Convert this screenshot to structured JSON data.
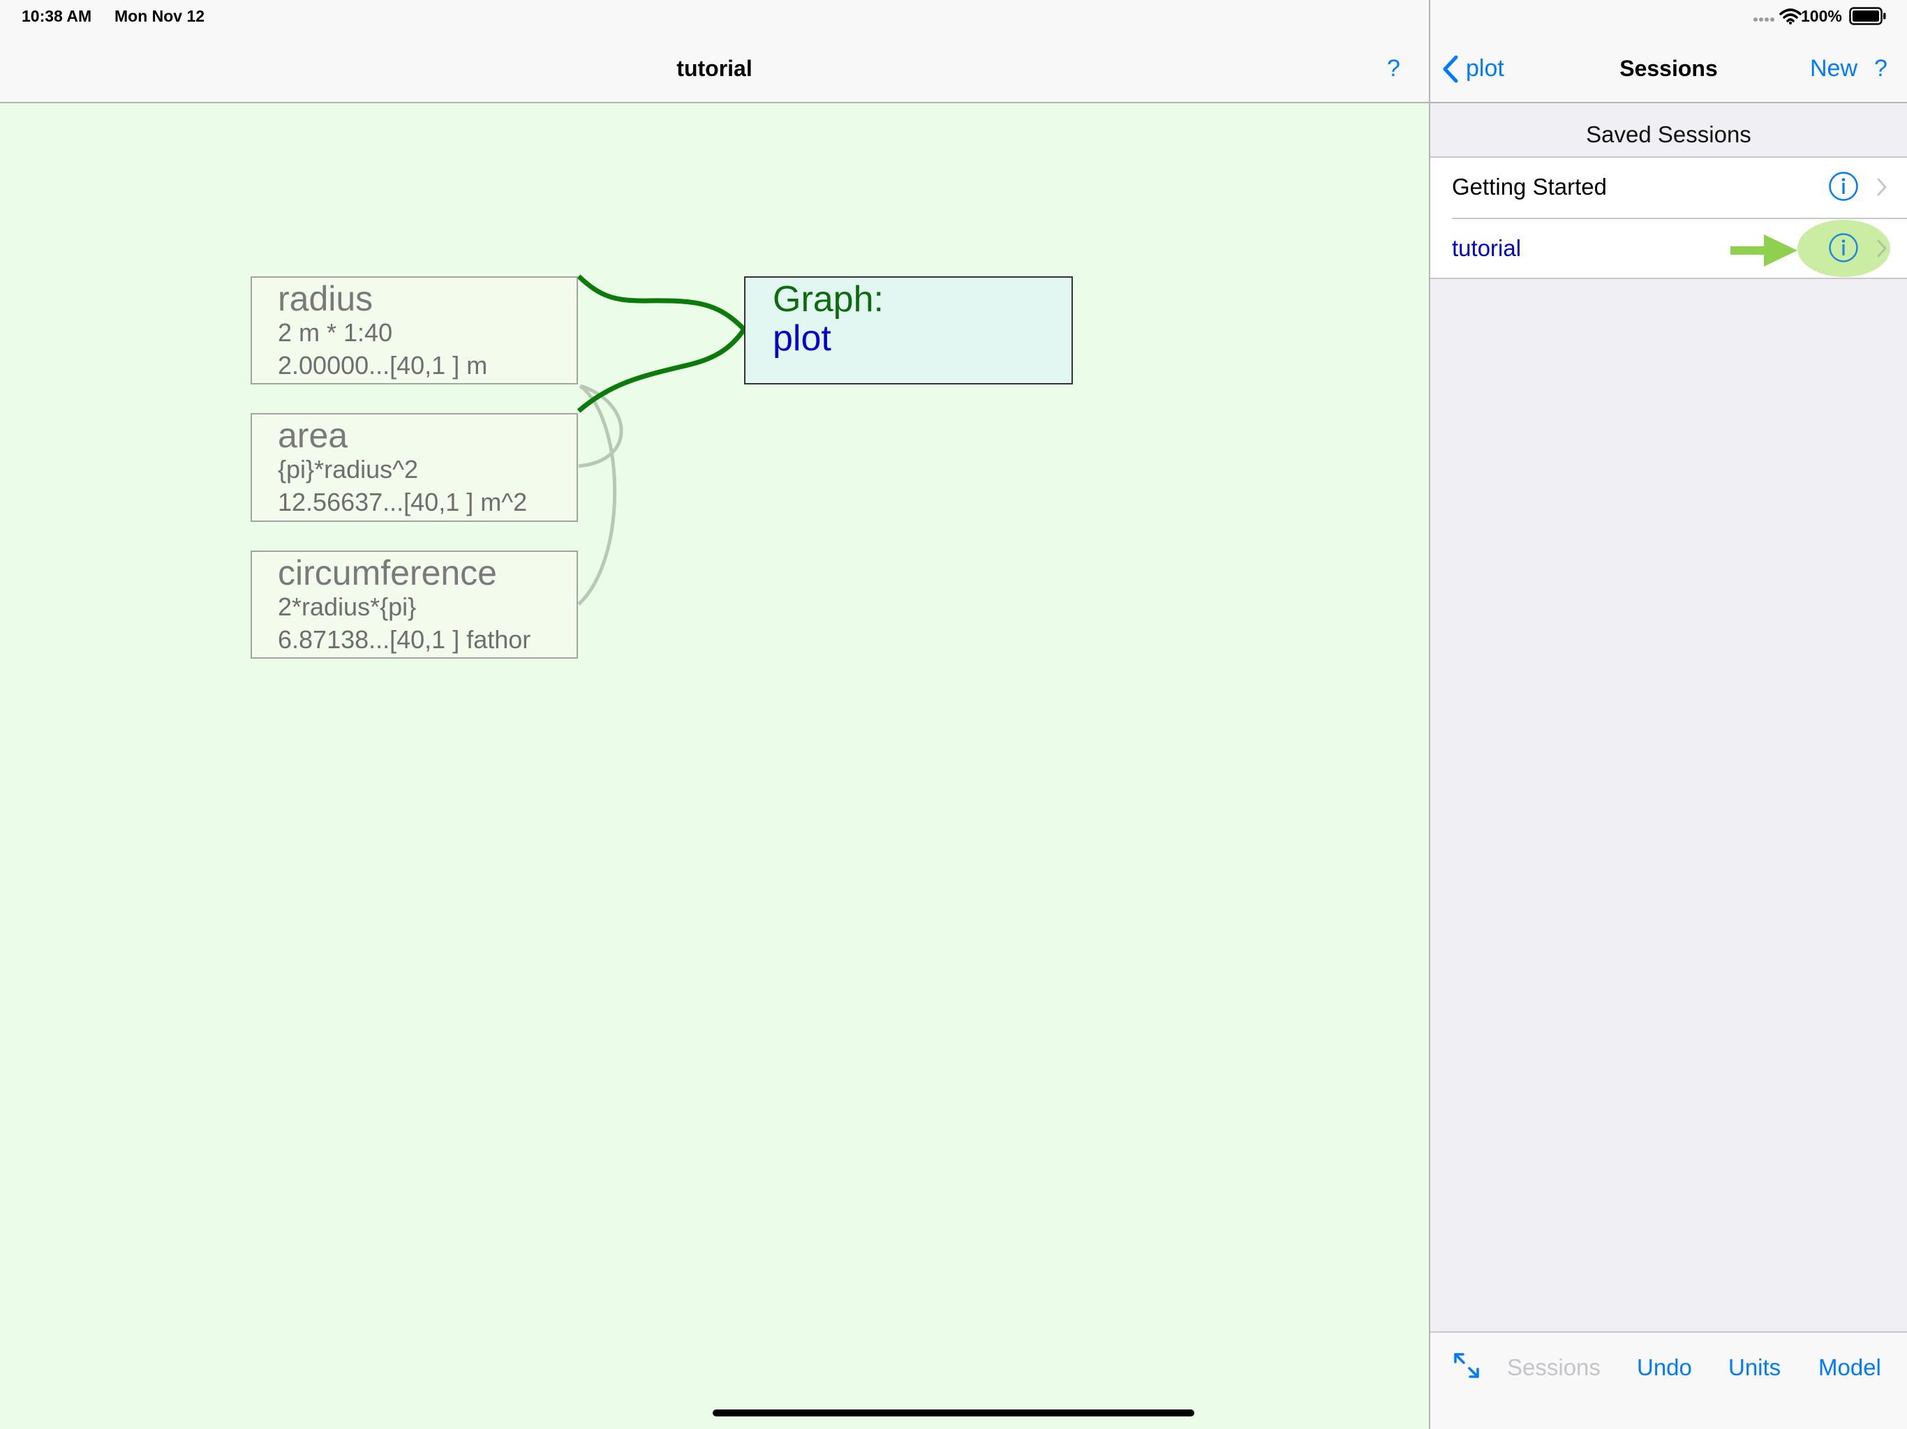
{
  "status_bar": {
    "time": "10:38 AM",
    "date": "Mon Nov 12",
    "battery": "100%",
    "icons": [
      "signal-dots-icon",
      "wifi-icon",
      "battery-icon"
    ]
  },
  "canvas_nav": {
    "title": "tutorial",
    "help": "?"
  },
  "nodes": [
    {
      "title": "radius",
      "formula": "2 m * 1:40",
      "value": "2.00000...[40,1 ] m"
    },
    {
      "title": "area",
      "formula": "{pi}*radius^2",
      "value": "12.56637...[40,1 ] m^2"
    },
    {
      "title": "circumference",
      "formula": "2*radius*{pi}",
      "value": "6.87138...[40,1 ] fathor"
    }
  ],
  "graph_node": {
    "label": "Graph:",
    "name": "plot"
  },
  "sessions_nav": {
    "back": "plot",
    "back_icon": "chevron-left-icon",
    "title": "Sessions",
    "new": "New",
    "help": "?"
  },
  "saved_sessions": {
    "header": "Saved Sessions",
    "items": [
      {
        "name": "Getting Started",
        "icons": [
          "info-icon",
          "chevron-right-icon"
        ]
      },
      {
        "name": "tutorial",
        "highlighted": true,
        "icons": [
          "info-icon",
          "chevron-right-icon"
        ]
      }
    ]
  },
  "toolbar": {
    "expand_icon": "expand-arrows-icon",
    "items": [
      "Sessions",
      "Undo",
      "Units",
      "Model"
    ],
    "disabled": [
      "Sessions"
    ]
  },
  "colors": {
    "accent": "#007aff",
    "canvas_background": "#ebfde9",
    "link_line": "#0b7a0b",
    "dependency_line": "#b9c8b6",
    "graph_label": "#0c6b0c",
    "graph_name": "#0000d0",
    "selected_session": "#0000cc",
    "highlight": "#cbeca3",
    "pointer_arrow": "#8fd14f"
  }
}
